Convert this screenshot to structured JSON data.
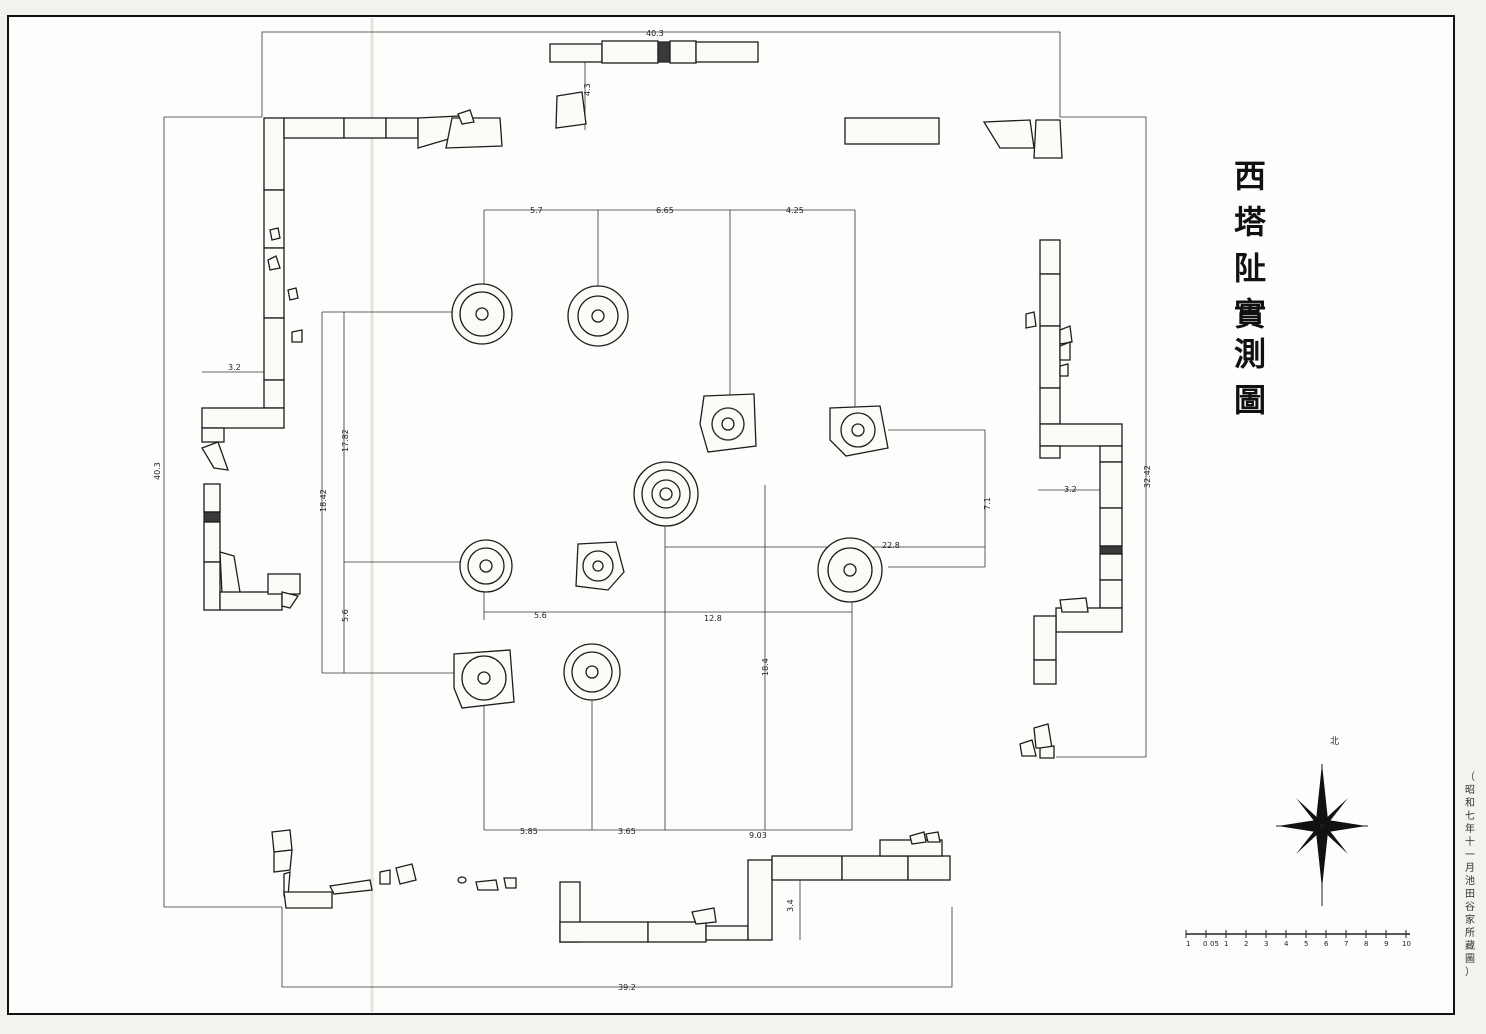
{
  "title": "西塔阯實測圖",
  "title_chars": [
    "西",
    "塔",
    "阯",
    "實",
    "測",
    "圖"
  ],
  "side_note": "（昭和七年十一月池田谷家所藏圖）",
  "side_note_chars": [
    "（",
    "昭",
    "和",
    "七",
    "年",
    "十",
    "一",
    "月",
    "池",
    "田",
    "谷",
    "家",
    "所",
    "藏",
    "圖",
    "）"
  ],
  "north_label": "北",
  "scale_bar": {
    "labels": [
      "1",
      "0",
      "05",
      "1",
      "2",
      "3",
      "4",
      "5",
      "6",
      "7",
      "8",
      "9",
      "10"
    ]
  },
  "dimensions": {
    "top_width": "40.3",
    "top_gap": "4.3",
    "left_height": "40.3",
    "left_offset": "3.2",
    "right_offset": "3.2",
    "right_height": "32.42",
    "bottom_width": "39.2",
    "bottom_gap": "3.4",
    "col_top_1": "5.7",
    "col_top_2": "6.65",
    "col_top_3": "4.25",
    "col_bottom_1": "5.85",
    "col_bottom_2": "3.65",
    "col_bottom_3": "9.03",
    "row_left_1": "18.42",
    "row_left_2": "17.82",
    "row_left_3": "5.6",
    "mid_1": "5.6",
    "mid_2": "12.8",
    "mid_vertical": "18.4",
    "right_center": "22.8",
    "right_vertical": "7.1"
  }
}
